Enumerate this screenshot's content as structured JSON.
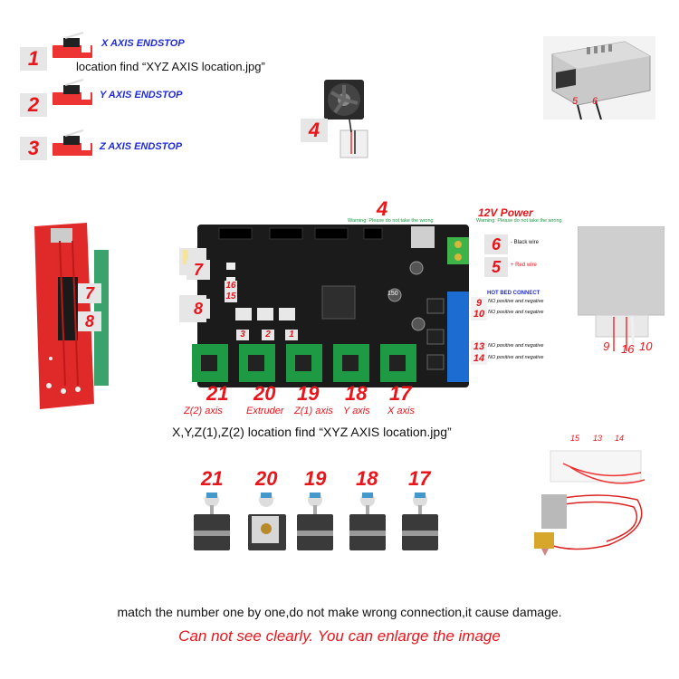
{
  "endstops": [
    {
      "num": "1",
      "label": "X AXIS ENDSTOP"
    },
    {
      "num": "2",
      "label": "Y AXIS ENDSTOP"
    },
    {
      "num": "3",
      "label": "Z AXIS ENDSTOP"
    }
  ],
  "endstop_note": "location find “XYZ AXIS location.jpg”",
  "fan_num": "4",
  "psu_wires": [
    "5",
    "6"
  ],
  "board": {
    "fan_num": "4",
    "fan_warning": "Warning: Please do not take the wrong",
    "power_title": "12V  Power",
    "power_warning": "Warning: Please do not take the wrong",
    "power_neg_num": "6",
    "power_neg_label": "- Black wire",
    "power_pos_num": "5",
    "power_pos_label": "+ Red wire",
    "hotbed_title": "HOT BED CONNECT",
    "hotbed_ports": [
      {
        "num": "9",
        "text": "NO  positive and negative"
      },
      {
        "num": "10",
        "text": "NO  positive and negative"
      },
      {
        "num": "13",
        "text": "NO  positive and negative"
      },
      {
        "num": "14",
        "text": "NO  positive and negative"
      }
    ],
    "left_ports": [
      "7",
      "8"
    ],
    "thermistor_ports": [
      "16",
      "15"
    ],
    "endstop_ports": [
      "3",
      "2",
      "1"
    ],
    "chip_label": "150",
    "drivers": [
      {
        "num": "21",
        "label": "Z(2) axis"
      },
      {
        "num": "20",
        "label": "Extruder"
      },
      {
        "num": "19",
        "label": "Z(1) axis"
      },
      {
        "num": "18",
        "label": "Y axis"
      },
      {
        "num": "17",
        "label": "X axis"
      }
    ]
  },
  "lcd_ports": [
    "7",
    "8"
  ],
  "heatbed_wires": [
    "9",
    "16",
    "10"
  ],
  "axis_note": "X,Y,Z(1),Z(2) location find “XYZ AXIS location.jpg”",
  "hotend_wires": [
    "15",
    "13",
    "14"
  ],
  "motors": [
    "21",
    "20",
    "19",
    "18",
    "17"
  ],
  "footer_note": "match the number one by one,do not make wrong connection,it cause damage.",
  "footer_warning": "Can not see clearly. You can enlarge the image",
  "colors": {
    "accent_red": "#e8151b",
    "label_blue": "#1f2bd6",
    "board": "#1b1b1b",
    "lcd_red": "#e02a2a"
  }
}
